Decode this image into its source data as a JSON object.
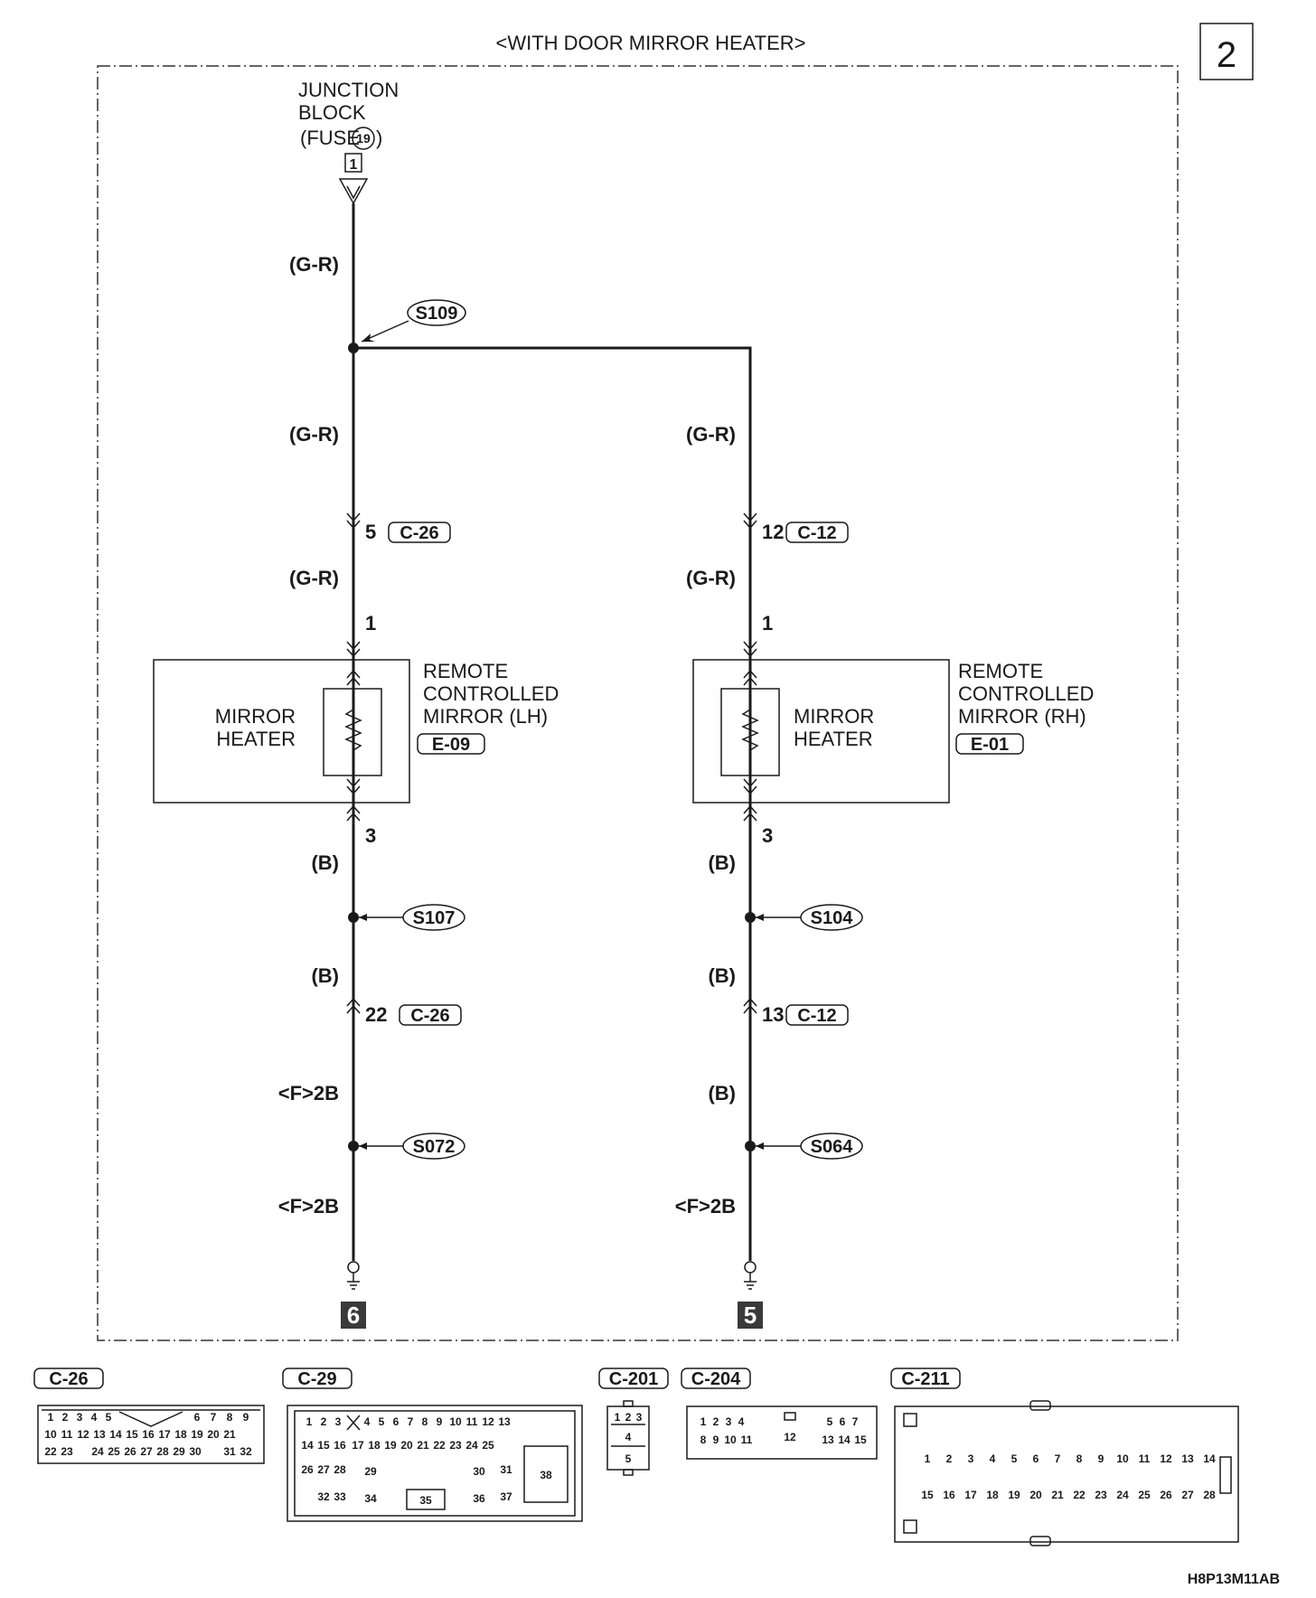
{
  "header": {
    "title": "<WITH DOOR MIRROR HEATER>",
    "page_number": "2"
  },
  "junction": {
    "line1": "JUNCTION",
    "line2": "BLOCK",
    "fuse_prefix": "(FUSE",
    "fuse_no": "19",
    "fuse_suffix": ")",
    "terminal": "1"
  },
  "wire_colors": {
    "gr": "(G-R)",
    "b": "(B)",
    "f2b": "<F>2B"
  },
  "splices": {
    "s109": "S109",
    "s107": "S107",
    "s104": "S104",
    "s072": "S072",
    "s064": "S064"
  },
  "left": {
    "pin_c26_a": "5",
    "conn_c26": "C-26",
    "pin_in": "1",
    "pin_out": "3",
    "pin_c26_b": "22",
    "heater_l1": "MIRROR",
    "heater_l2": "HEATER",
    "mirror_l1": "REMOTE",
    "mirror_l2": "CONTROLLED",
    "mirror_l3": "MIRROR (LH)",
    "mirror_conn": "E-09",
    "ground_ref": "6"
  },
  "right": {
    "pin_c12_a": "12",
    "conn_c12": "C-12",
    "pin_in": "1",
    "pin_out": "3",
    "pin_c12_b": "13",
    "heater_l1": "MIRROR",
    "heater_l2": "HEATER",
    "mirror_l1": "REMOTE",
    "mirror_l2": "CONTROLLED",
    "mirror_l3": "MIRROR (RH)",
    "mirror_conn": "E-01",
    "ground_ref": "5"
  },
  "connectors": {
    "c26": {
      "label": "C-26"
    },
    "c29": {
      "label": "C-29"
    },
    "c201": {
      "label": "C-201"
    },
    "c204": {
      "label": "C-204"
    },
    "c211": {
      "label": "C-211"
    }
  },
  "footer": {
    "code": "H8P13M11AB"
  }
}
